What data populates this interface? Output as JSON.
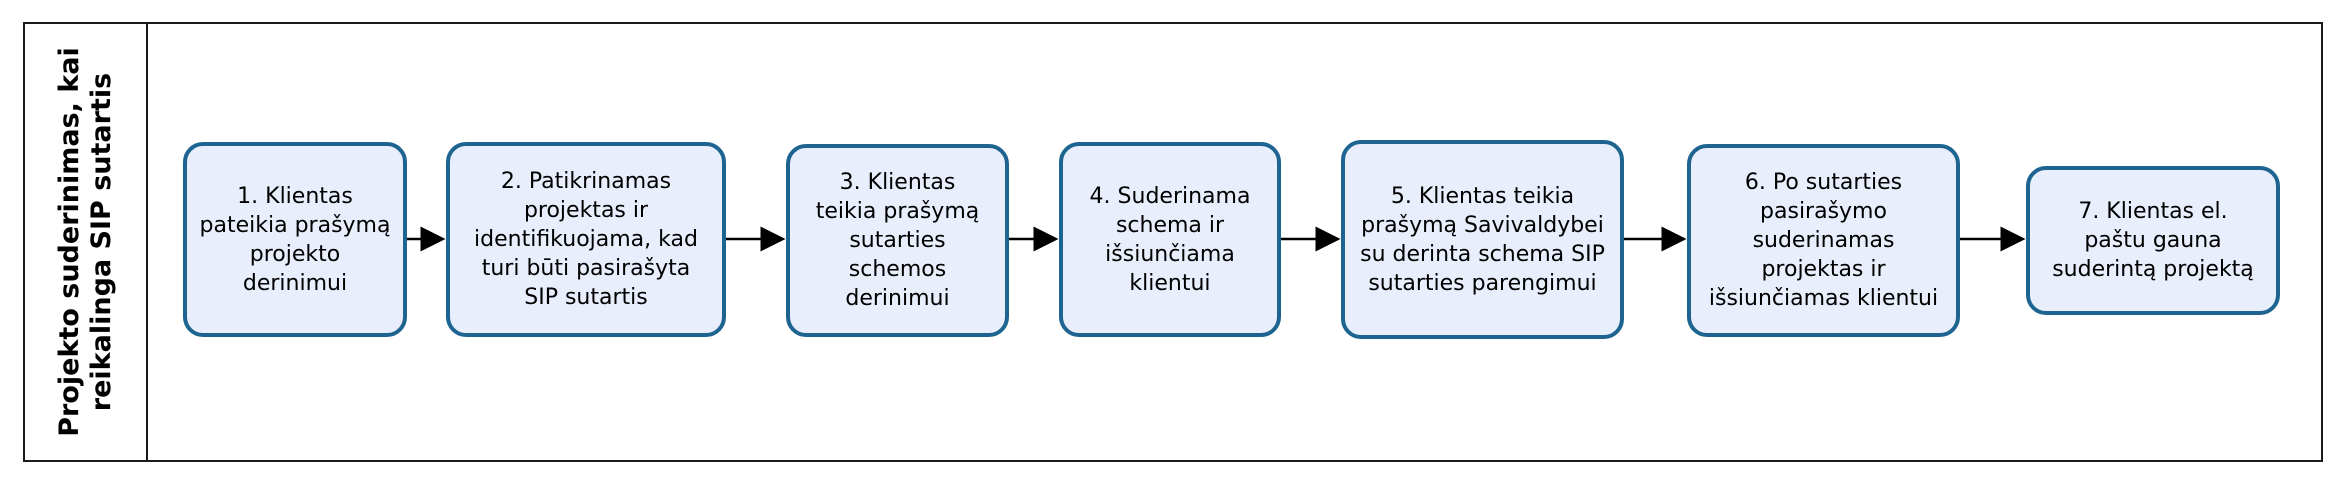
{
  "lane": {
    "title": "Projekto suderinimas, kai\nreikalinga SIP sutartis"
  },
  "steps": [
    {
      "label": "1. Klientas\npateikia prašymą\nprojekto\nderinimui"
    },
    {
      "label": "2. Patikrinamas\nprojektas ir\nidentifikuojama, kad\nturi būti pasirašyta\nSIP sutartis"
    },
    {
      "label": "3. Klientas\nteikia prašymą\nsutarties\nschemos\nderinimui"
    },
    {
      "label": "4. Suderinama\nschema ir\nišsiunčiama\nklientui"
    },
    {
      "label": "5. Klientas teikia\nprašymą Savivaldybei\nsu derinta schema SIP\nsutarties parengimui"
    },
    {
      "label": "6. Po sutarties\npasirašymo\nsuderinamas\nprojektas ir\nišsiunčiamas klientui"
    },
    {
      "label": "7. Klientas el.\npaštu gauna\nsuderintą projektą"
    }
  ],
  "colors": {
    "box_fill": "#e8eefb",
    "box_border": "#1e6491",
    "line": "#000000"
  }
}
